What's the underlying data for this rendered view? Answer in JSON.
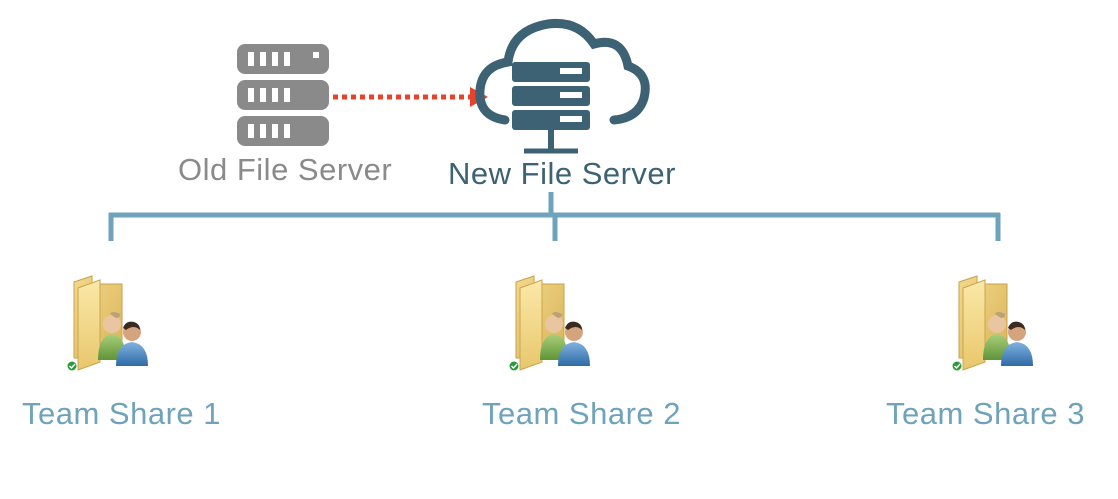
{
  "diagram": {
    "old_server": {
      "label": "Old File Server",
      "icon": "server-icon",
      "color": "#8a8a8a"
    },
    "new_server": {
      "label": "New File Server",
      "icon": "cloud-server-icon",
      "color": "#3d6274"
    },
    "migration_arrow": {
      "style": "dotted",
      "color": "#e8432a",
      "from": "Old File Server",
      "to": "New File Server"
    },
    "connector_color": "#6fa2bb",
    "shares": [
      {
        "label": "Team Share 1",
        "icon": "shared-folder-icon"
      },
      {
        "label": "Team Share 2",
        "icon": "shared-folder-icon"
      },
      {
        "label": "Team Share 3",
        "icon": "shared-folder-icon"
      }
    ]
  }
}
